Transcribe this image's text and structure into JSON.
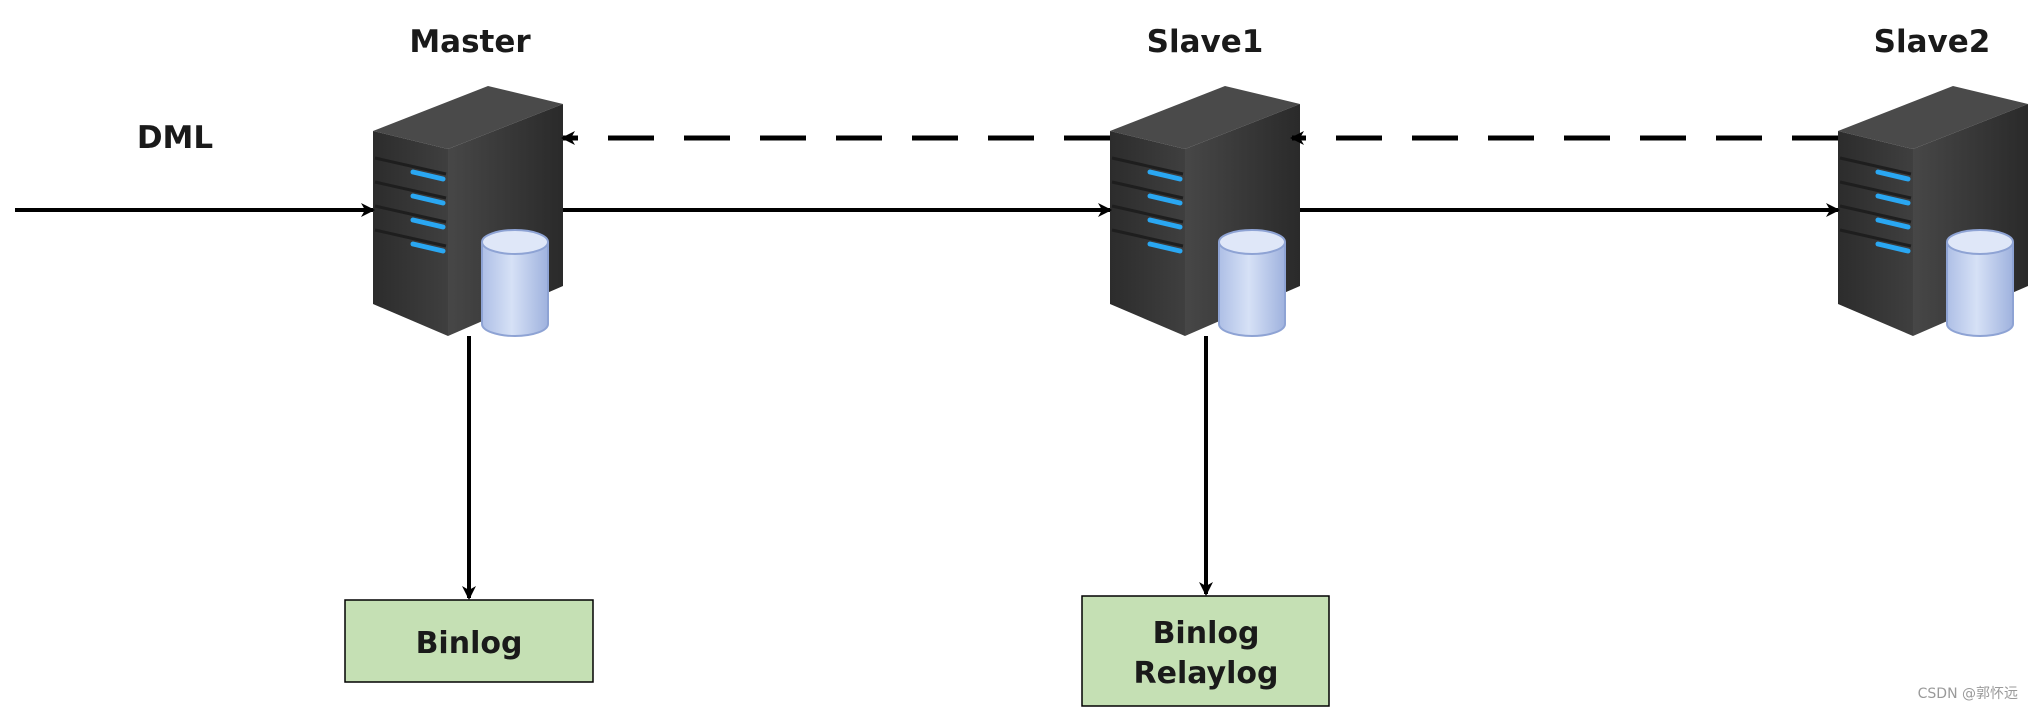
{
  "nodes": {
    "master": {
      "label": "Master"
    },
    "slave1": {
      "label": "Slave1"
    },
    "slave2": {
      "label": "Slave2"
    }
  },
  "input": {
    "label": "DML"
  },
  "logs": {
    "master": {
      "lines": [
        "Binlog"
      ]
    },
    "slave1": {
      "lines": [
        "Binlog",
        "Relaylog"
      ]
    }
  },
  "watermark": "CSDN @郭怀远",
  "colors": {
    "log_box_fill": "#c5e0b4",
    "server_body": "#3a3a3a",
    "server_led": "#29a3f0",
    "db_cylinder": "#c6d4f0"
  }
}
